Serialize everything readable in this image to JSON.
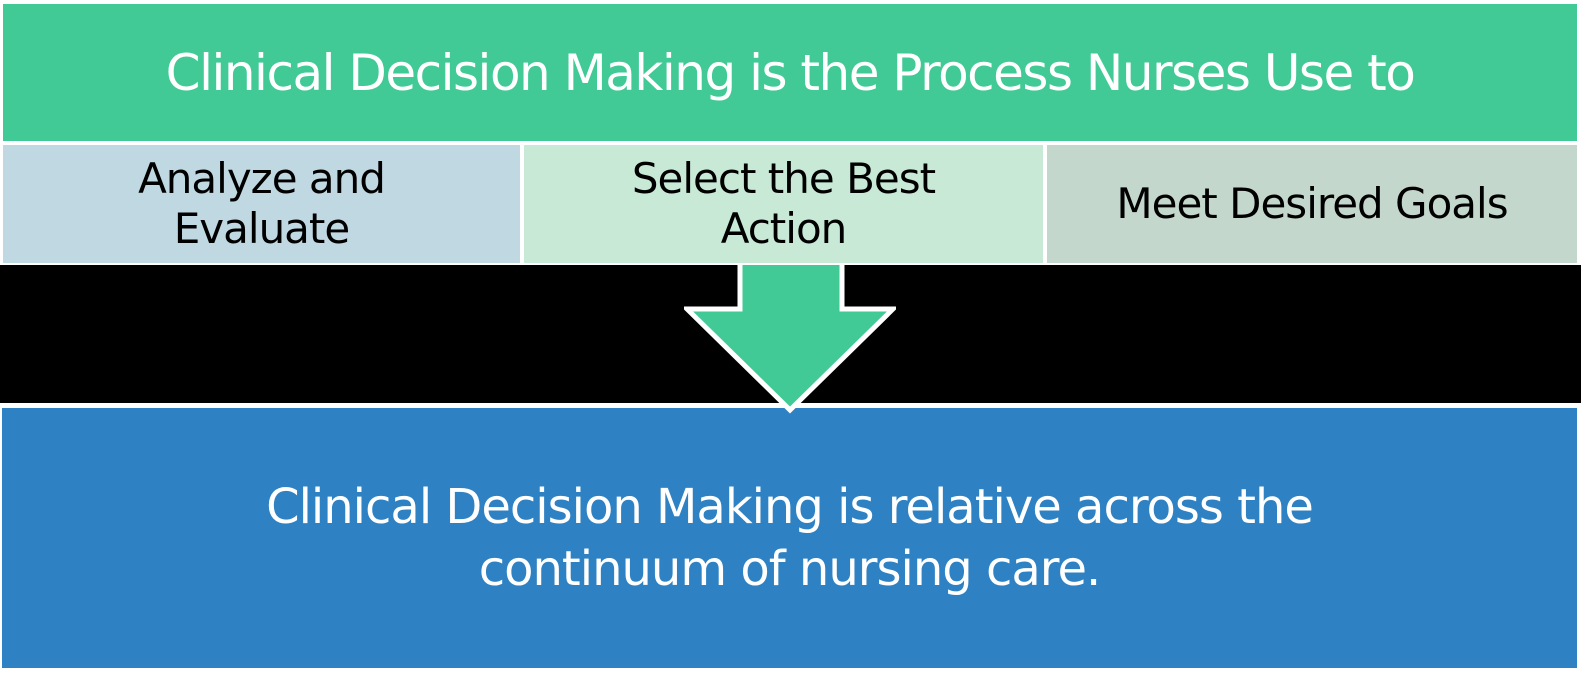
{
  "slide": {
    "header": {
      "text": "Clinical Decision Making is the Process Nurses Use to",
      "bg_color": "#41ca96",
      "text_color": "#ffffff"
    },
    "steps": [
      {
        "label": "Analyze and Evaluate",
        "lines": [
          "Analyze and",
          "Evaluate"
        ],
        "bg_color": "#bfd8e2"
      },
      {
        "label": "Select the Best Action",
        "lines": [
          "Select the Best",
          "Action"
        ],
        "bg_color": "#c7e9d6"
      },
      {
        "label": "Meet Desired Goals",
        "lines": [
          "Meet Desired Goals"
        ],
        "bg_color": "#c4d7cc"
      }
    ],
    "divider": {
      "band_color": "#000000",
      "arrow_fill": "#41ca96",
      "arrow_stroke": "#ffffff"
    },
    "conclusion": {
      "text": "Clinical Decision Making is relative across the continuum of nursing care.",
      "lines": [
        "Clinical Decision Making is relative across the",
        "continuum of nursing care."
      ],
      "bg_color": "#2e81c2",
      "text_color": "#ffffff"
    }
  }
}
